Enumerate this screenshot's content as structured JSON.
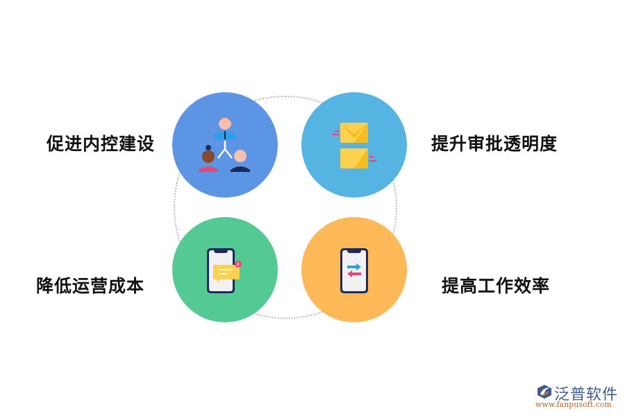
{
  "diagram": {
    "ring": {
      "style": "dotted",
      "color": "#b9b9b9"
    },
    "items": [
      {
        "label": "促进内控建设",
        "color": "#5d95e5",
        "icon": "org-hierarchy-icon",
        "position": "top-left"
      },
      {
        "label": "提升审批透明度",
        "color": "#56b4e3",
        "icon": "envelopes-icon",
        "position": "top-right"
      },
      {
        "label": "降低运营成本",
        "color": "#55c993",
        "icon": "phone-message-icon",
        "position": "bottom-left"
      },
      {
        "label": "提高工作效率",
        "color": "#fdb958",
        "icon": "phone-transfer-icon",
        "position": "bottom-right"
      }
    ]
  },
  "watermark": {
    "brand": "泛普软件",
    "url": "www.fanpusoft.com"
  }
}
